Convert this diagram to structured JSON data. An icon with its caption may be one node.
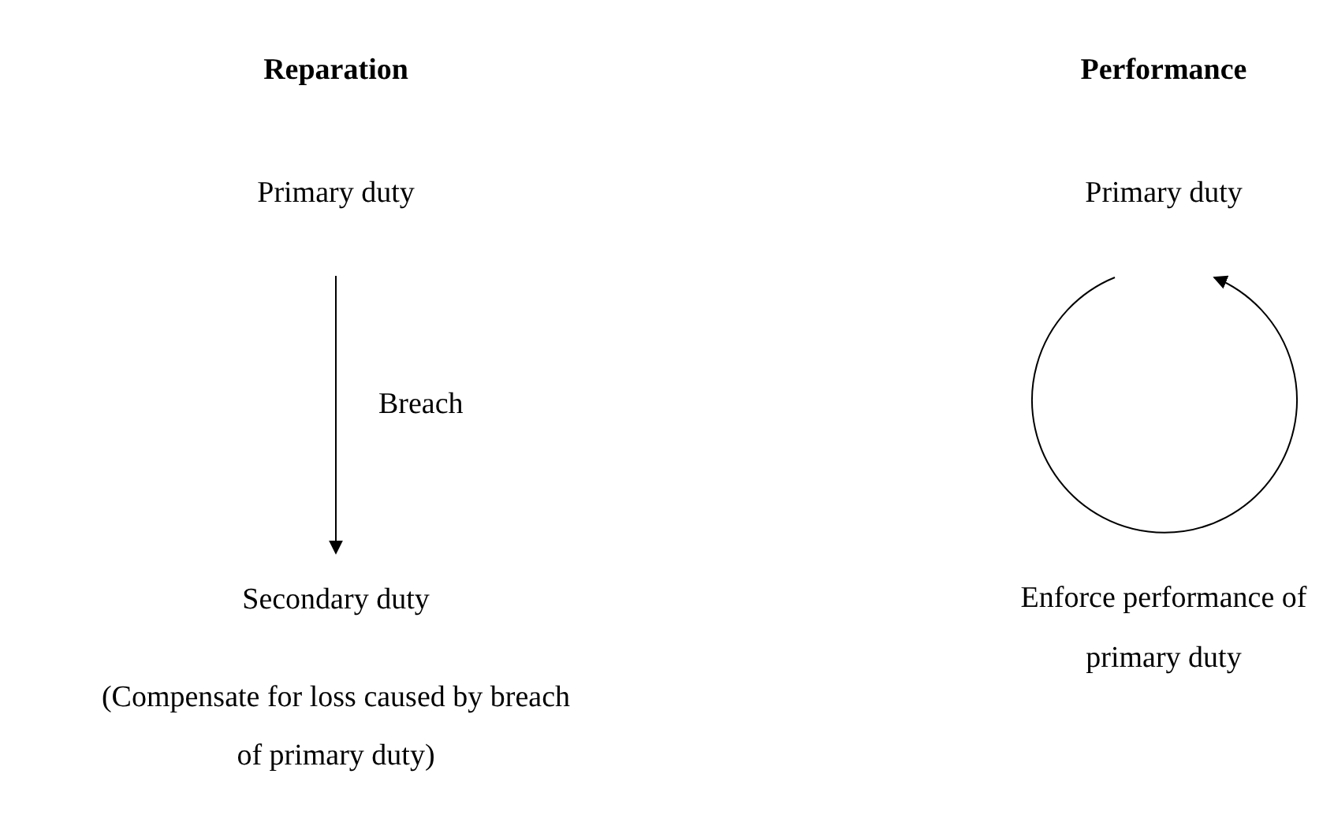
{
  "diagram": {
    "nodes": [
      {
        "text": [
          "Primary duty"
        ]
      },
      {
        "text": [
          "Secondary duty"
        ],
        "beside": [
          "(Compensate for loss caused by breach of primary duty)"
        ]
      },
      {
        "text": [
          "Primary duty"
        ]
      },
      {
        "text": [
          "Enforce performance of primary duty"
        ]
      }
    ],
    "edges": [
      {
        "from": 0,
        "to": 1,
        "arrow": "to",
        "label": "Breach"
      },
      {
        "from": 2,
        "to": 2,
        "arrow": "to"
      }
    ],
    "labels": [
      "Reparation",
      "Performance"
    ]
  }
}
